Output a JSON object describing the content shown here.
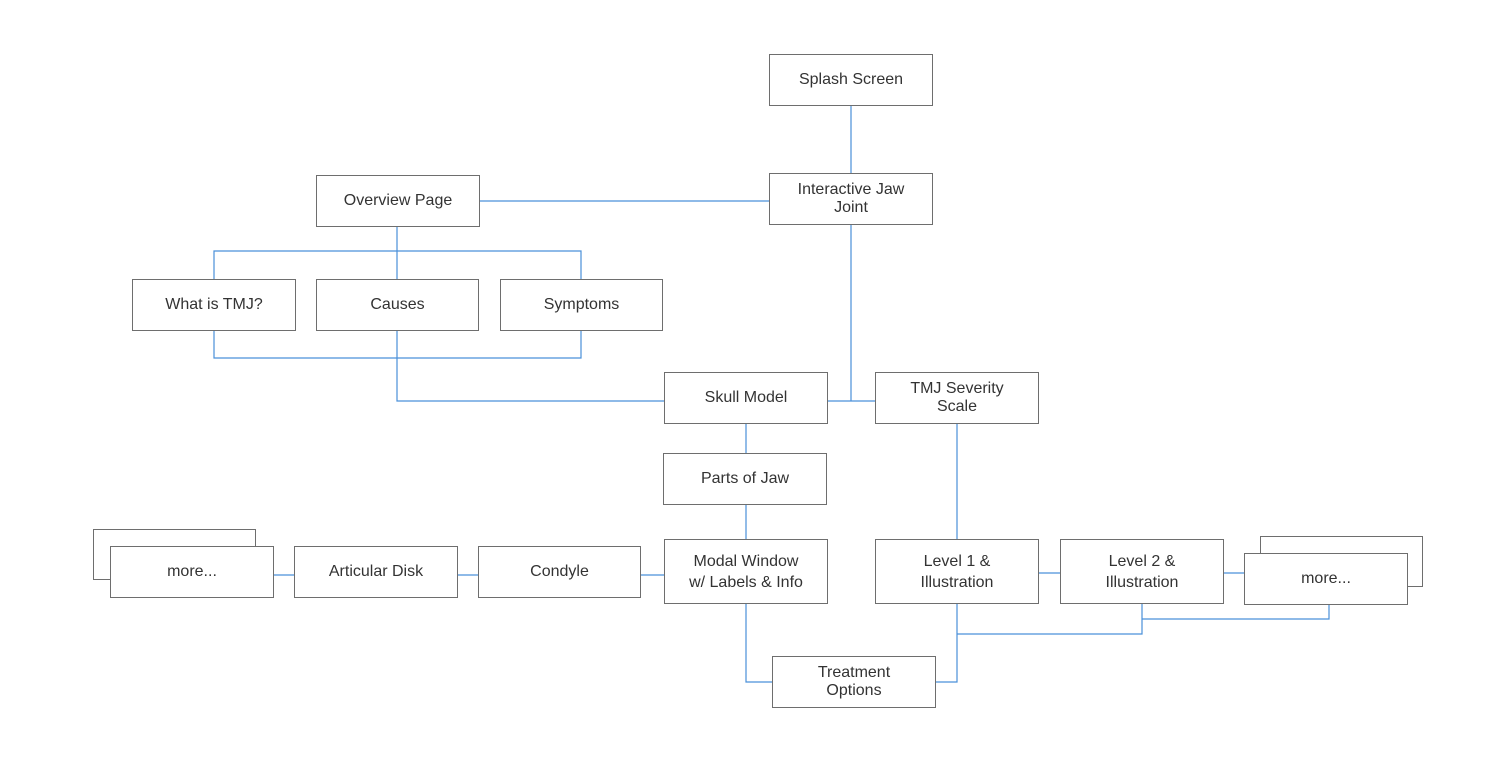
{
  "colors": {
    "connector": "#4a90d9",
    "box_border": "#6e6e6e",
    "text": "#333333"
  },
  "nodes": {
    "splash": "Splash Screen",
    "interactive_jaw": "Interactive Jaw\nJoint",
    "overview": "Overview Page",
    "what_is_tmj": "What is TMJ?",
    "causes": "Causes",
    "symptoms": "Symptoms",
    "skull_model": "Skull Model",
    "tmj_severity": "TMJ Severity\nScale",
    "parts_of_jaw": "Parts of Jaw",
    "modal_window": "Modal Window\nw/ Labels & Info",
    "condyle": "Condyle",
    "articular_disk": "Articular Disk",
    "more_left": "more...",
    "level1": "Level 1 &\nIllustration",
    "level2": "Level 2 &\nIllustration",
    "more_right": "more...",
    "treatment": "Treatment\nOptions"
  }
}
